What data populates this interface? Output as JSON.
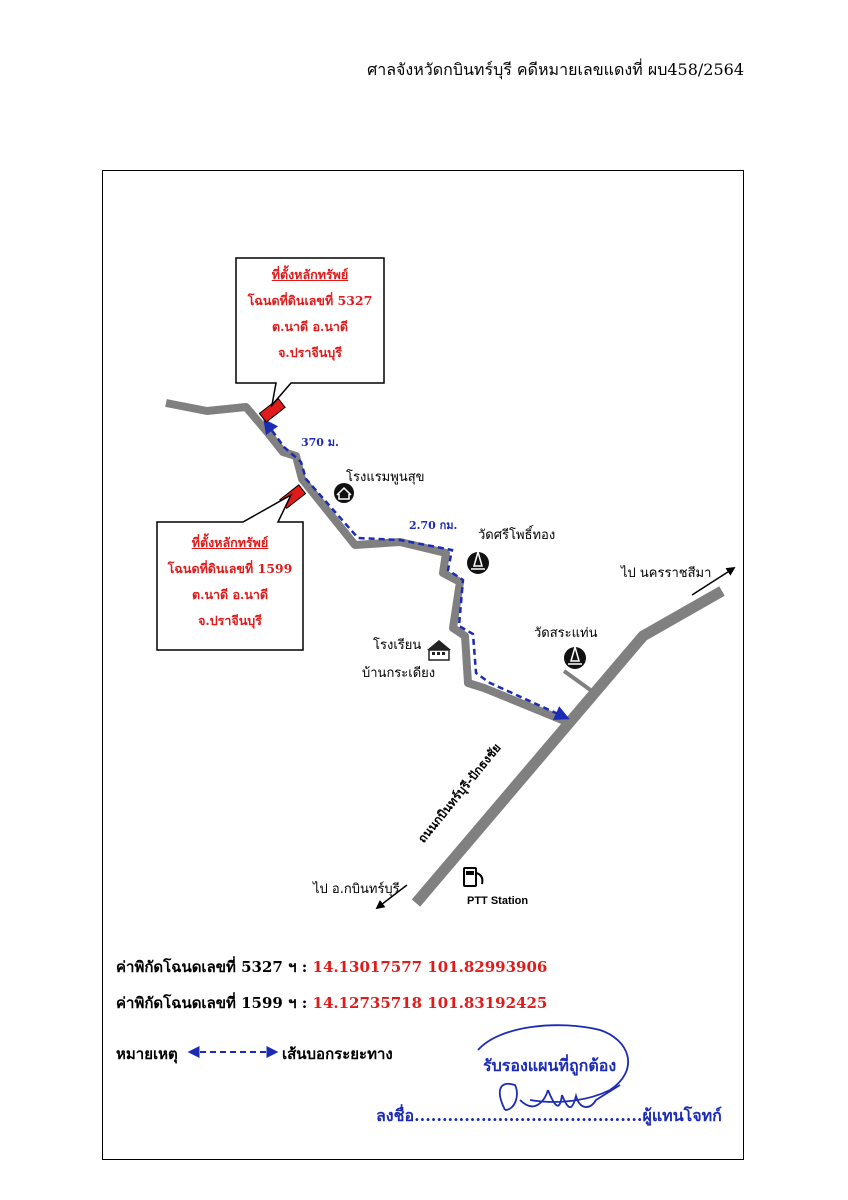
{
  "header": "ศาลจังหวัดกบินทร์บุรี คดีหมายเลขแดงที่ ผบ458/2564",
  "callouts": [
    {
      "title": "ที่ตั้งหลักทรัพย์",
      "deed": "โฉนดที่ดินเลขที่ 5327",
      "district": "ต.นาดี อ.นาดี",
      "province": "จ.ปราจีนบุรี"
    },
    {
      "title": "ที่ตั้งหลักทรัพย์",
      "deed": "โฉนดที่ดินเลขที่ 1599",
      "district": "ต.นาดี อ.นาดี",
      "province": "จ.ปราจีนบุรี"
    }
  ],
  "distances": {
    "d1": "370 ม.",
    "d2": "2.70 กม."
  },
  "landmarks": {
    "hotel": "โรงแรมพูนสุข",
    "wat1": "วัดศรีโพธิ์ทอง",
    "wat2": "วัดสระแท่น",
    "school_line1": "โรงเรียน",
    "school_line2": "บ้านกระเดียง",
    "ptt": "PTT Station"
  },
  "directions": {
    "to_korat": "ไป นครราชสีมา",
    "to_kabin": "ไป อ.กบินทร์บุรี"
  },
  "road_name": "ถนนกบินทร์บุรี-ปักธงชัย",
  "coords": [
    {
      "label": "ค่าพิกัดโฉนดเลขที่ 5327 ฯ :",
      "value": "14.13017577 101.82993906"
    },
    {
      "label": "ค่าพิกัดโฉนดเลขที่ 1599 ฯ :",
      "value": "14.12735718 101.83192425"
    }
  ],
  "legend": {
    "label": "หมายเหตุ",
    "desc": "เส้นบอกระยะทาง"
  },
  "certify": "รับรองแผนที่ถูกต้อง",
  "signature": {
    "prefix": "ลงชื่อ",
    "dots": ".........................................",
    "role": "ผู้แทนโจทก์"
  },
  "colors": {
    "road": "#808080",
    "route": "#1b2bb5",
    "accent": "#e01b1b",
    "parcel": "#e01b1b"
  },
  "icons": [
    "hotel-icon",
    "temple-icon",
    "school-icon",
    "fuel-pump-icon",
    "arrow-icon"
  ]
}
